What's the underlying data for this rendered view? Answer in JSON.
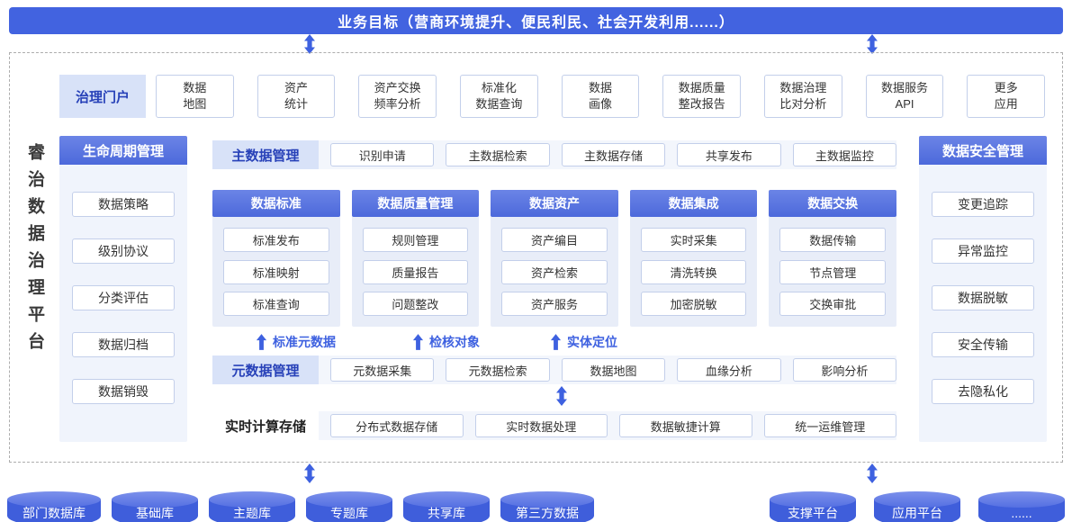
{
  "colors": {
    "banner": "#4263E0",
    "primary": "#3F5EDB",
    "header_a": "#6B84E6",
    "header_b": "#4C69DB",
    "label_bg": "#D8E2F8",
    "label_text": "#2741B8",
    "panel_bg": "#F0F4FC",
    "col_panel_bg": "#E8EDF8",
    "strip_bg": "#F3F6FC",
    "item_border": "#C3CFEA",
    "arrow": "#3E61E0",
    "cyl_top": "#7B90EB"
  },
  "banner": {
    "title": "业务目标（营商环境提升、便民利民、社会开发利用......）"
  },
  "platform_label": "睿治数据治理平台",
  "portal": {
    "label": "治理门户",
    "items": [
      "数据\n地图",
      "资产\n统计",
      "资产交换\n频率分析",
      "标准化\n数据查询",
      "数据\n画像",
      "数据质量\n整改报告",
      "数据治理\n比对分析",
      "数据服务\nAPI",
      "更多\n应用"
    ]
  },
  "lifecycle": {
    "label": "生命周期管理",
    "items": [
      "数据策略",
      "级别协议",
      "分类评估",
      "数据归档",
      "数据销毁"
    ]
  },
  "security": {
    "label": "数据安全管理",
    "items": [
      "变更追踪",
      "异常监控",
      "数据脱敏",
      "安全传输",
      "去隐私化"
    ]
  },
  "master_data": {
    "label": "主数据管理",
    "items": [
      "识别申请",
      "主数据检索",
      "主数据存储",
      "共享发布",
      "主数据监控"
    ]
  },
  "columns": [
    {
      "header": "数据标准",
      "items": [
        "标准发布",
        "标准映射",
        "标准查询"
      ]
    },
    {
      "header": "数据质量管理",
      "items": [
        "规则管理",
        "质量报告",
        "问题整改"
      ]
    },
    {
      "header": "数据资产",
      "items": [
        "资产编目",
        "资产检索",
        "资产服务"
      ]
    },
    {
      "header": "数据集成",
      "items": [
        "实时采集",
        "清洗转换",
        "加密脱敏"
      ]
    },
    {
      "header": "数据交换",
      "items": [
        "数据传输",
        "节点管理",
        "交换审批"
      ]
    }
  ],
  "flow_labels": [
    "标准元数据",
    "检核对象",
    "实体定位"
  ],
  "metadata": {
    "label": "元数据管理",
    "items": [
      "元数据采集",
      "元数据检索",
      "数据地图",
      "血缘分析",
      "影响分析"
    ]
  },
  "realtime": {
    "label": "实时计算存储",
    "items": [
      "分布式数据存储",
      "实时数据处理",
      "数据敏捷计算",
      "统一运维管理"
    ]
  },
  "databases": {
    "sources": [
      "部门数据库",
      "基础库",
      "主题库",
      "专题库",
      "共享库",
      "第三方数据"
    ],
    "platforms": [
      "支撑平台",
      "应用平台",
      "......"
    ]
  }
}
